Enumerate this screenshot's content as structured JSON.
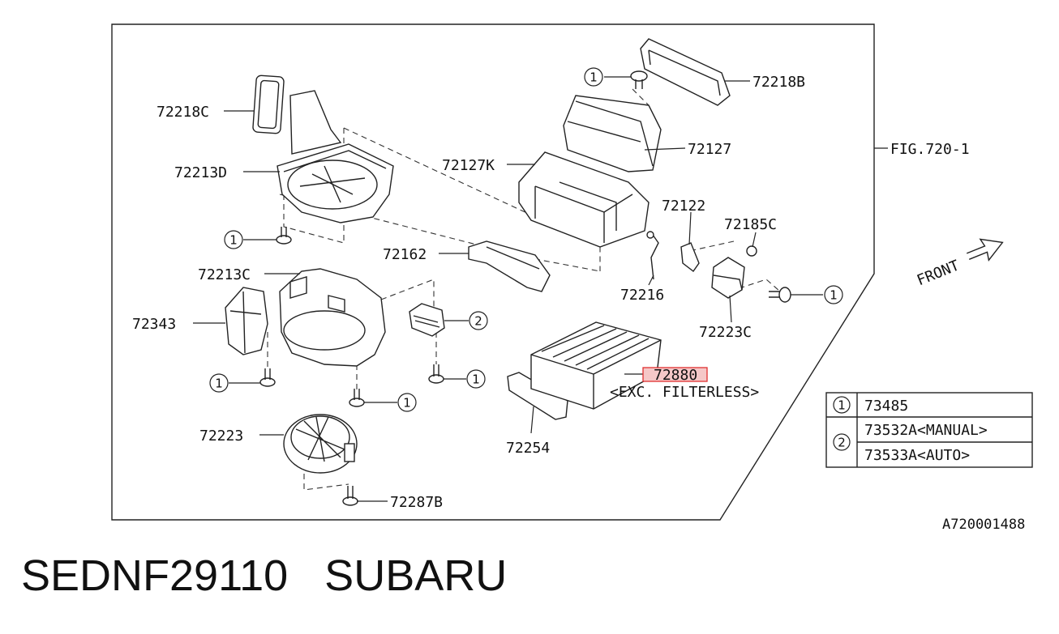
{
  "parts": {
    "p72218C": "72218C",
    "p72213D": "72213D",
    "p72213C": "72213C",
    "p72343": "72343",
    "p72223": "72223",
    "p72287B": "72287B",
    "p72162": "72162",
    "p72254": "72254",
    "p72127K": "72127K",
    "p72127": "72127",
    "p72218B": "72218B",
    "p72122": "72122",
    "p72185C": "72185C",
    "p72216": "72216",
    "p72223C": "72223C",
    "p72880": "72880",
    "exc_note": "<EXC. FILTERLESS>",
    "fig_ref": "FIG.720-1",
    "front": "FRONT"
  },
  "callouts": {
    "one": "1",
    "two": "2"
  },
  "legend": {
    "r1_key": "1",
    "r1_val": "73485",
    "r2_key": "2",
    "r2_val_a": "73532A<MANUAL>",
    "r2_val_b": "73533A<AUTO>"
  },
  "diagram_id": "A720001488",
  "title": "SEDNF29110   SUBARU",
  "highlight_color": "#e03030"
}
